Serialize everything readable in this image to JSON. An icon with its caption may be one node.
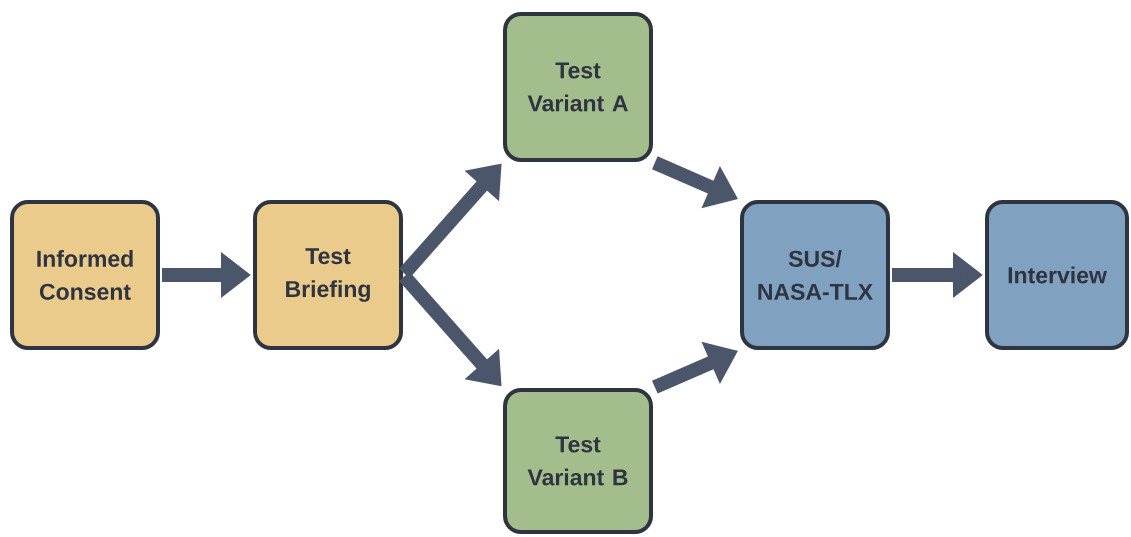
{
  "diagram": {
    "nodes": [
      {
        "text": [
          "Informed Consent"
        ]
      },
      {
        "text": [
          "Test Briefing"
        ]
      },
      {
        "text": [
          "Test Variant A"
        ]
      },
      {
        "text": [
          "Test Variant B"
        ]
      },
      {
        "text": [
          "SUS/ NASA-TLX"
        ]
      },
      {
        "text": [
          "Interview"
        ]
      }
    ],
    "edges": [
      {
        "from": 0,
        "to": 1,
        "arrow": "to"
      },
      {
        "from": 1,
        "to": 2,
        "arrow": "to"
      },
      {
        "from": 1,
        "to": 3,
        "arrow": "to"
      },
      {
        "from": 2,
        "to": 4,
        "arrow": "to"
      },
      {
        "from": 3,
        "to": 4,
        "arrow": "to"
      },
      {
        "from": 4,
        "to": 5,
        "arrow": "to"
      }
    ]
  }
}
